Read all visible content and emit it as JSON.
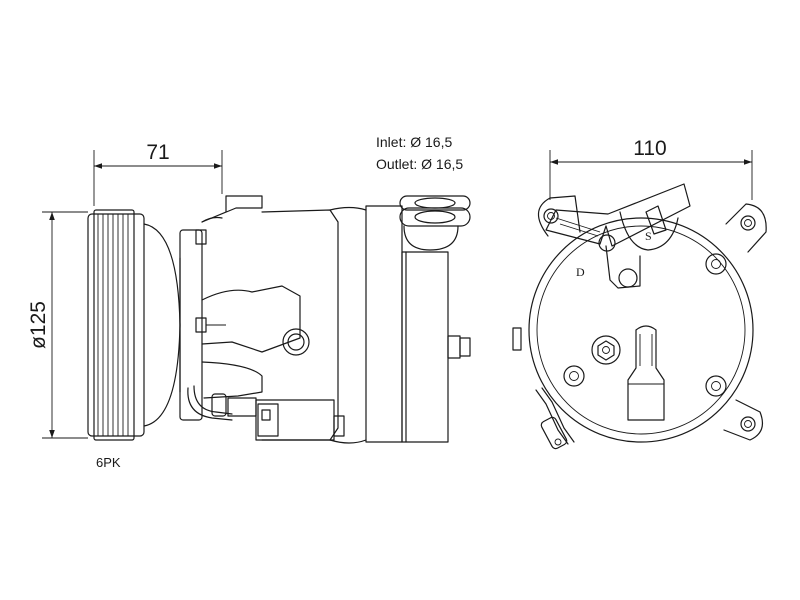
{
  "dimensions": {
    "width_top": "71",
    "diameter": "ø125",
    "width_right": "110"
  },
  "specs": {
    "inlet": "Inlet: Ø 16,5",
    "outlet": "Outlet: Ø 16,5"
  },
  "pulley_label": "6PK",
  "port_letters": {
    "discharge": "D",
    "suction": "S"
  }
}
